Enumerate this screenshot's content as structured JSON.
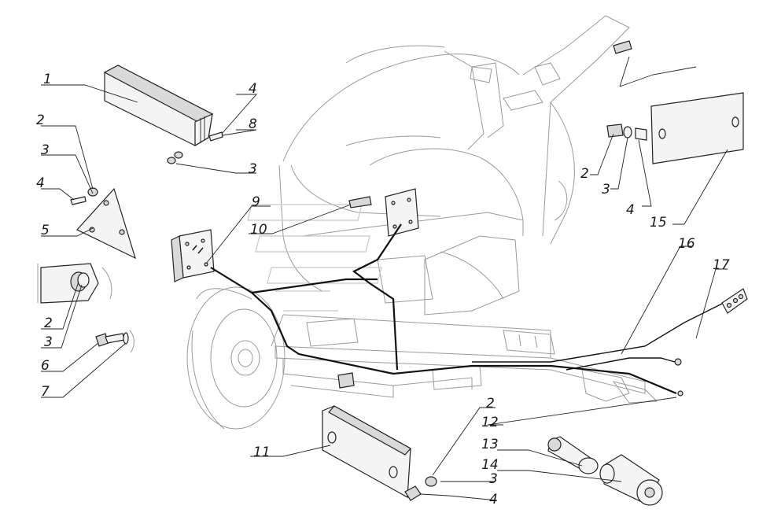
{
  "callouts": [
    {
      "id": "c1",
      "label": "1"
    },
    {
      "id": "c2a",
      "label": "2"
    },
    {
      "id": "c3a",
      "label": "3"
    },
    {
      "id": "c4a",
      "label": "4"
    },
    {
      "id": "c5",
      "label": "5"
    },
    {
      "id": "c2b",
      "label": "2"
    },
    {
      "id": "c3b",
      "label": "3"
    },
    {
      "id": "c6",
      "label": "6"
    },
    {
      "id": "c7",
      "label": "7"
    },
    {
      "id": "c4b",
      "label": "4"
    },
    {
      "id": "c8",
      "label": "8"
    },
    {
      "id": "c3c",
      "label": "3"
    },
    {
      "id": "c9",
      "label": "9"
    },
    {
      "id": "c10",
      "label": "10"
    },
    {
      "id": "c11",
      "label": "11"
    },
    {
      "id": "c2c",
      "label": "2"
    },
    {
      "id": "c12",
      "label": "12"
    },
    {
      "id": "c13",
      "label": "13"
    },
    {
      "id": "c14",
      "label": "14"
    },
    {
      "id": "c3d",
      "label": "3"
    },
    {
      "id": "c4c",
      "label": "4"
    },
    {
      "id": "c2d",
      "label": "2"
    },
    {
      "id": "c3e",
      "label": "3"
    },
    {
      "id": "c4d",
      "label": "4"
    },
    {
      "id": "c15",
      "label": "15"
    },
    {
      "id": "c16",
      "label": "16"
    },
    {
      "id": "c17",
      "label": "17"
    }
  ]
}
